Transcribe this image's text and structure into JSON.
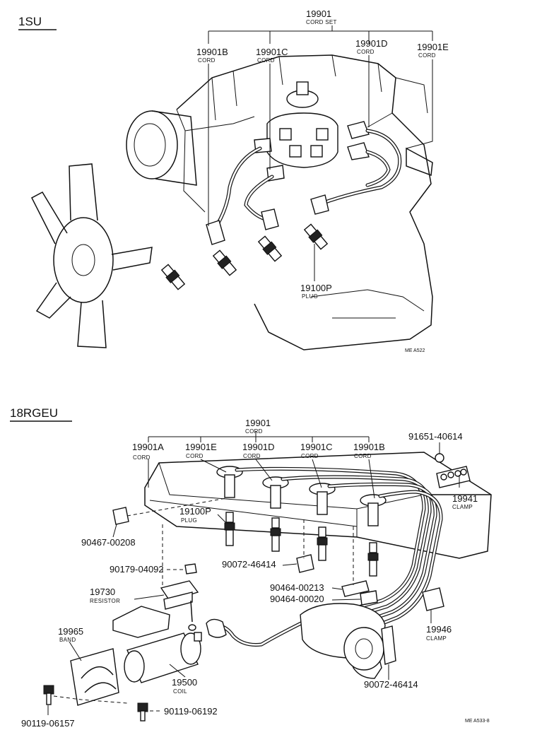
{
  "top_section": {
    "engine_label": "1SU",
    "cord_set": {
      "number": "19901",
      "name": "CORD SET"
    },
    "cords": [
      {
        "number": "19901B",
        "name": "CORD"
      },
      {
        "number": "19901C",
        "name": "CORD"
      },
      {
        "number": "19901D",
        "name": "CORD"
      },
      {
        "number": "19901E",
        "name": "CORD"
      }
    ],
    "plug": {
      "number": "19100P",
      "name": "PLUG"
    },
    "figure_code": "ME A522"
  },
  "bottom_section": {
    "engine_label": "18RGEU",
    "cord_set": {
      "number": "19901",
      "name": "CORD"
    },
    "cords": [
      {
        "number": "19901A",
        "name": "CORD"
      },
      {
        "number": "19901E",
        "name": "CORD"
      },
      {
        "number": "19901D",
        "name": "CORD"
      },
      {
        "number": "19901C",
        "name": "CORD"
      },
      {
        "number": "19901B",
        "name": "CORD"
      }
    ],
    "clamp_top": {
      "number": "91651-40614"
    },
    "clamp_19941": {
      "number": "19941",
      "name": "CLAMP"
    },
    "plug": {
      "number": "19100P",
      "name": "PLUG"
    },
    "clip_90467": {
      "number": "90467-00208"
    },
    "clamp_90072_a": {
      "number": "90072-46414"
    },
    "nut_90179": {
      "number": "90179-04092"
    },
    "resistor": {
      "number": "19730",
      "name": "RESISTOR"
    },
    "sep_1": {
      "number": "90464-00213"
    },
    "sep_2": {
      "number": "90464-00020"
    },
    "clamp_19946": {
      "number": "19946",
      "name": "CLAMP"
    },
    "band": {
      "number": "19965",
      "name": "BAND"
    },
    "coil": {
      "number": "19500",
      "name": "COIL"
    },
    "clamp_90072_b": {
      "number": "90072-46414"
    },
    "bolt_90119_a": {
      "number": "90119-06192"
    },
    "bolt_90119_b": {
      "number": "90119-06157"
    },
    "figure_code": "ME A533-8"
  }
}
